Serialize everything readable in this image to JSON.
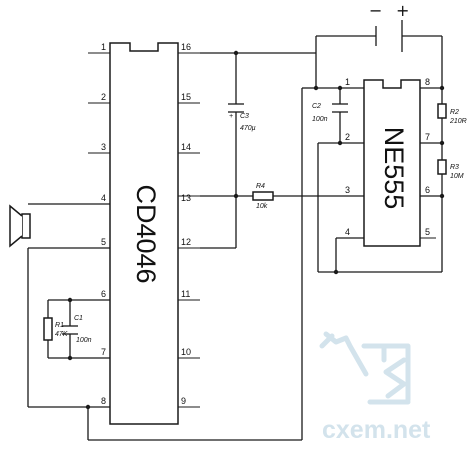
{
  "cd4046": {
    "name": "CD4046",
    "left_pins": [
      "1",
      "2",
      "3",
      "4",
      "5",
      "6",
      "7",
      "8"
    ],
    "right_pins": [
      "16",
      "15",
      "14",
      "13",
      "12",
      "11",
      "10",
      "9"
    ]
  },
  "ne555": {
    "name": "NE555",
    "left_pins": [
      "1",
      "2",
      "3",
      "4"
    ],
    "right_pins": [
      "8",
      "7",
      "6",
      "5"
    ]
  },
  "components": {
    "c3": {
      "ref": "C3",
      "value": "470µ",
      "polarity": "+"
    },
    "c2": {
      "ref": "C2",
      "value": "100n"
    },
    "r4": {
      "ref": "R4",
      "value": "10k"
    },
    "r2": {
      "ref": "R2",
      "value": "210R"
    },
    "r3": {
      "ref": "R3",
      "value": "10M"
    },
    "r1": {
      "ref": "R1",
      "value": "47K"
    },
    "c1": {
      "ref": "C1",
      "value": "100n"
    }
  },
  "power": {
    "minus": "−",
    "plus": "+"
  },
  "watermark": {
    "text": "cxem.net"
  }
}
